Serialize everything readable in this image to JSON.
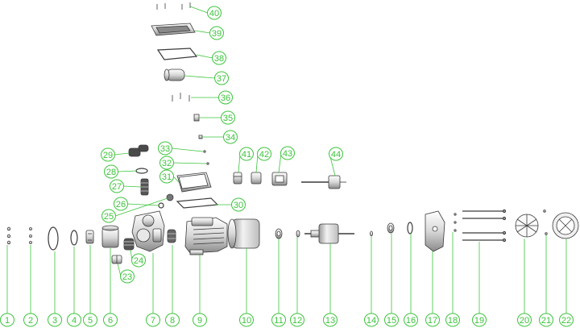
{
  "diagram": {
    "type": "exploded parts view",
    "colors": {
      "callout": "#3cc43c",
      "part_line": "#3a3a3a",
      "part_fill": "#f4f4f4"
    },
    "bottom_callouts": [
      "1",
      "2",
      "3",
      "4",
      "5",
      "6",
      "7",
      "8",
      "9",
      "10",
      "11",
      "12",
      "13",
      "14",
      "15",
      "16",
      "17",
      "18",
      "19",
      "20",
      "21",
      "22"
    ],
    "side_callouts": [
      "23",
      "24",
      "25",
      "26",
      "27",
      "28",
      "29",
      "30",
      "31",
      "32",
      "33",
      "34",
      "35",
      "36",
      "37",
      "38",
      "39",
      "40",
      "41",
      "42",
      "43",
      "44"
    ]
  }
}
